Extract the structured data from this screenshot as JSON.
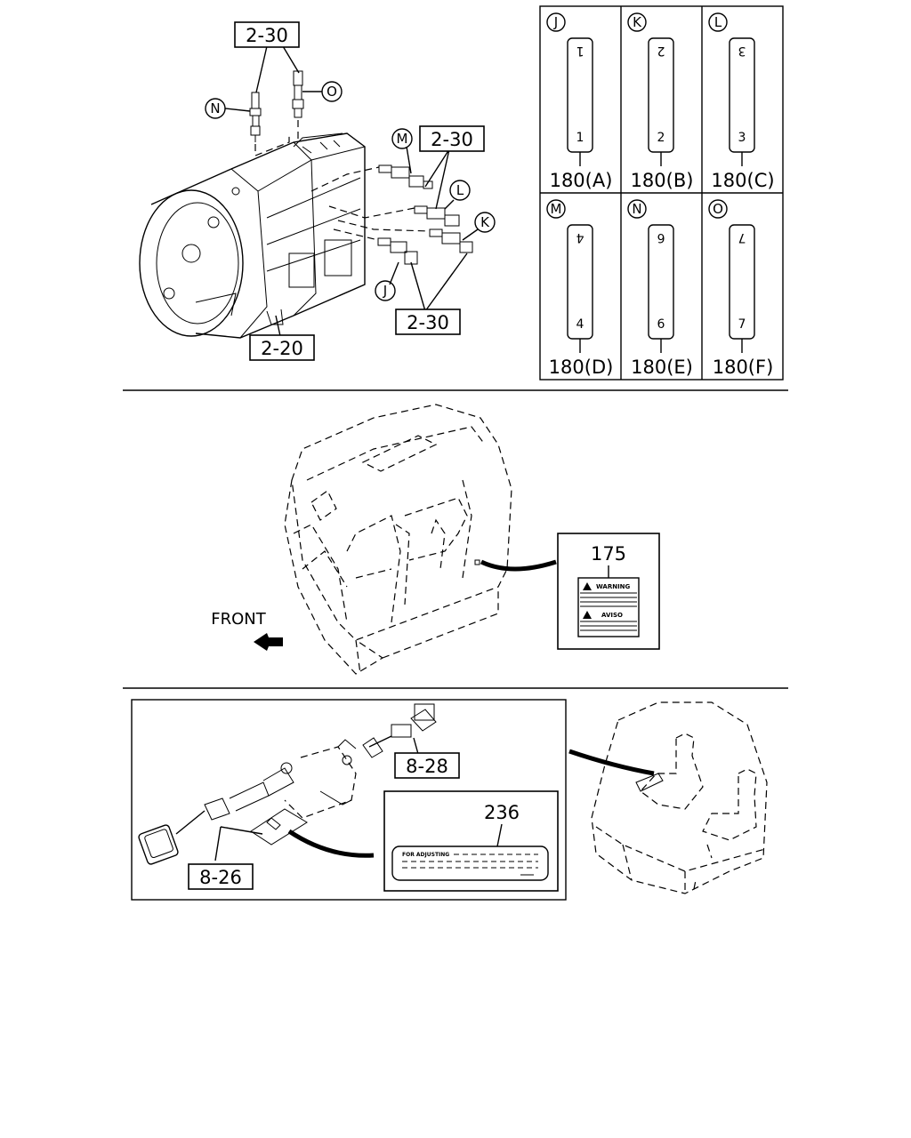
{
  "callouts": {
    "top_left_ref": "2-30",
    "mid_ref": "2-30",
    "bottom_ref": "2-30",
    "case_ref": "2-20",
    "n": "N",
    "o": "O",
    "m": "M",
    "l": "L",
    "k": "K",
    "j": "J"
  },
  "label_grid": [
    {
      "letter": "J",
      "top": "1",
      "bottom": "1",
      "part": "180(A)"
    },
    {
      "letter": "K",
      "top": "2",
      "bottom": "2",
      "part": "180(B)"
    },
    {
      "letter": "L",
      "top": "3",
      "bottom": "3",
      "part": "180(C)"
    },
    {
      "letter": "M",
      "top": "4",
      "bottom": "4",
      "part": "180(D)"
    },
    {
      "letter": "N",
      "top": "6",
      "bottom": "6",
      "part": "180(E)"
    },
    {
      "letter": "O",
      "top": "7",
      "bottom": "7",
      "part": "180(F)"
    }
  ],
  "cab": {
    "warning_part": "175",
    "warning_text": "WARNING",
    "aviso_text": "AVISO",
    "front_label": "FRONT"
  },
  "switch": {
    "ref_a": "8-28",
    "ref_b": "8-26",
    "label_part": "236",
    "label_text": "FOR ADJUSTING"
  }
}
